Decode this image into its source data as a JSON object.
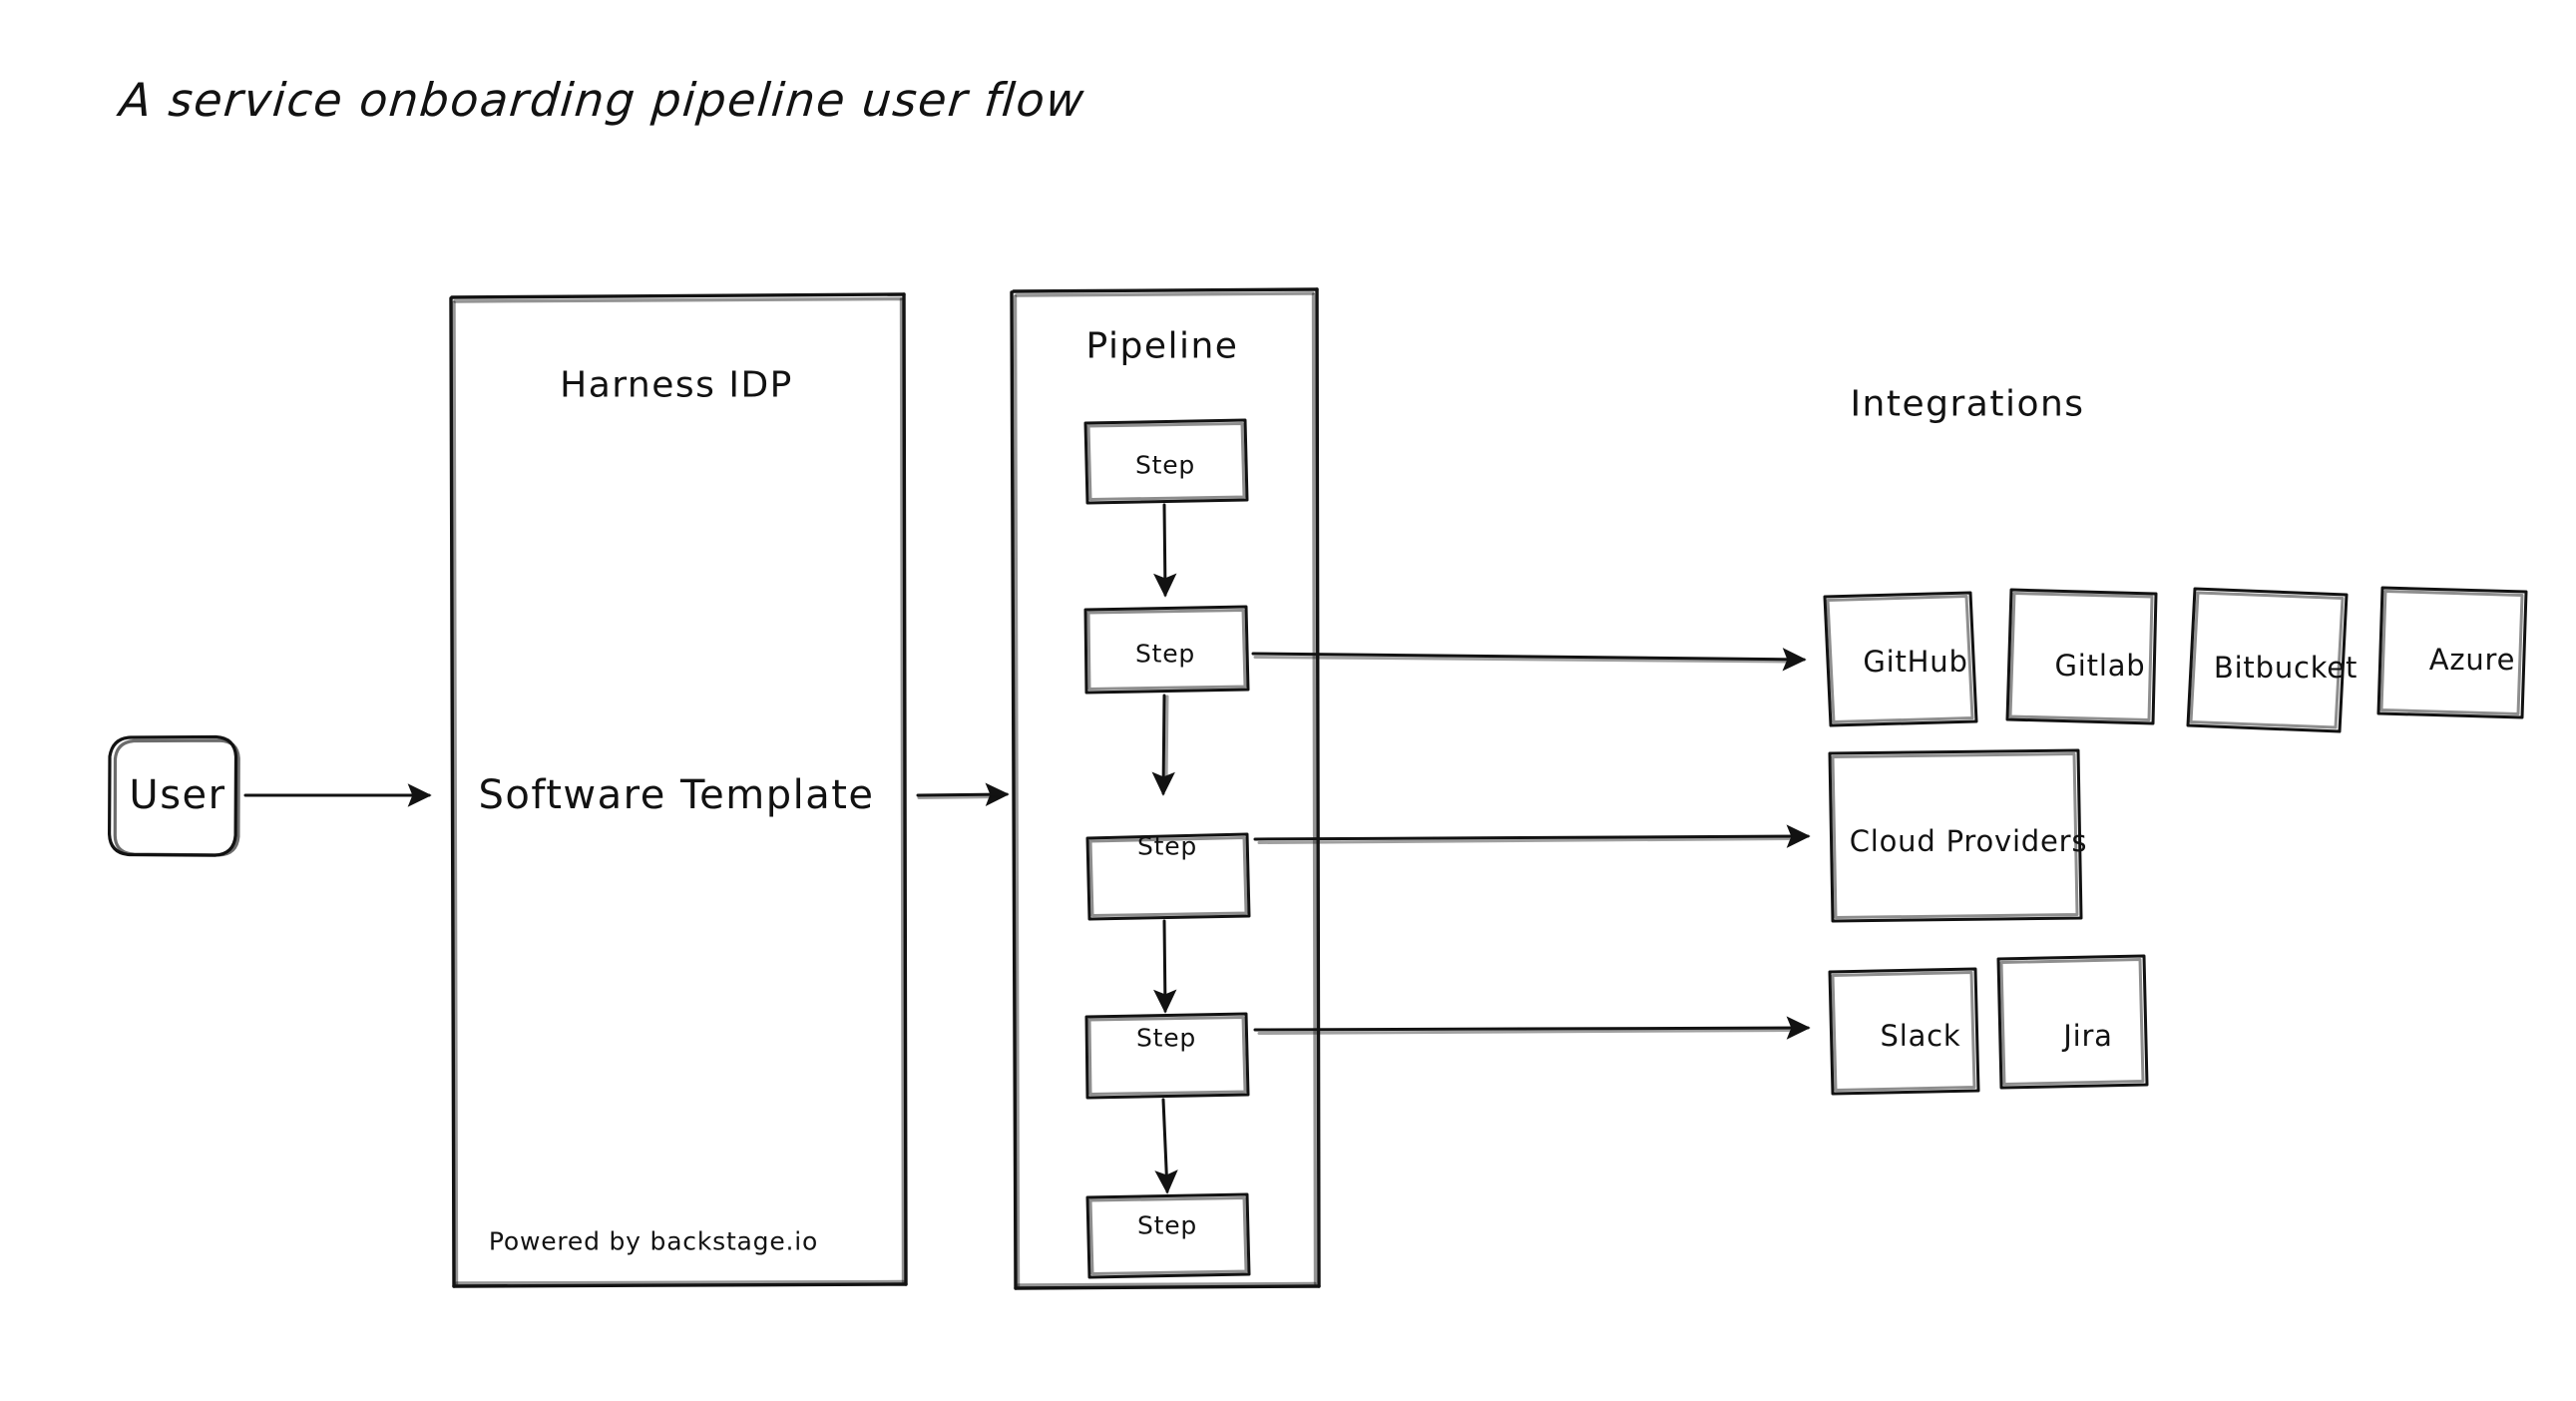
{
  "page": {
    "title": "A service onboarding pipeline user flow",
    "background_color": "#ffffff",
    "ink_color": "#121212",
    "style": "hand-drawn sketch / excalidraw"
  },
  "actors": {
    "user": {
      "label": "User",
      "shape": "rounded-rectangle"
    }
  },
  "idp": {
    "title": "Harness IDP",
    "body_label": "Software Template",
    "footer": "Powered by backstage.io"
  },
  "pipeline": {
    "title": "Pipeline",
    "steps": [
      {
        "label": "Step",
        "has_integration_arrow": false
      },
      {
        "label": "Step",
        "has_integration_arrow": true
      },
      {
        "label": "Step",
        "has_integration_arrow": true
      },
      {
        "label": "Step",
        "has_integration_arrow": true
      },
      {
        "label": "Step",
        "has_integration_arrow": false
      }
    ]
  },
  "integrations": {
    "title": "Integrations",
    "groups": [
      {
        "name": "scm",
        "items": [
          {
            "label": "GitHub"
          },
          {
            "label": "Gitlab"
          },
          {
            "label": "Bitbucket"
          },
          {
            "label": "Azure"
          }
        ]
      },
      {
        "name": "cloud",
        "items": [
          {
            "label": "Cloud Providers"
          }
        ]
      },
      {
        "name": "collaboration",
        "items": [
          {
            "label": "Slack"
          },
          {
            "label": "Jira"
          }
        ]
      }
    ]
  },
  "connections": [
    {
      "from": "User",
      "to": "Harness IDP"
    },
    {
      "from": "Harness IDP",
      "to": "Pipeline"
    },
    {
      "from": "Step 1",
      "to": "Step 2"
    },
    {
      "from": "Step 2",
      "to": "Step 3"
    },
    {
      "from": "Step 3",
      "to": "Step 4"
    },
    {
      "from": "Step 4",
      "to": "Step 5"
    },
    {
      "from": "Step 2",
      "to": "GitHub"
    },
    {
      "from": "Step 3",
      "to": "Cloud Providers"
    },
    {
      "from": "Step 4",
      "to": "Slack"
    }
  ]
}
